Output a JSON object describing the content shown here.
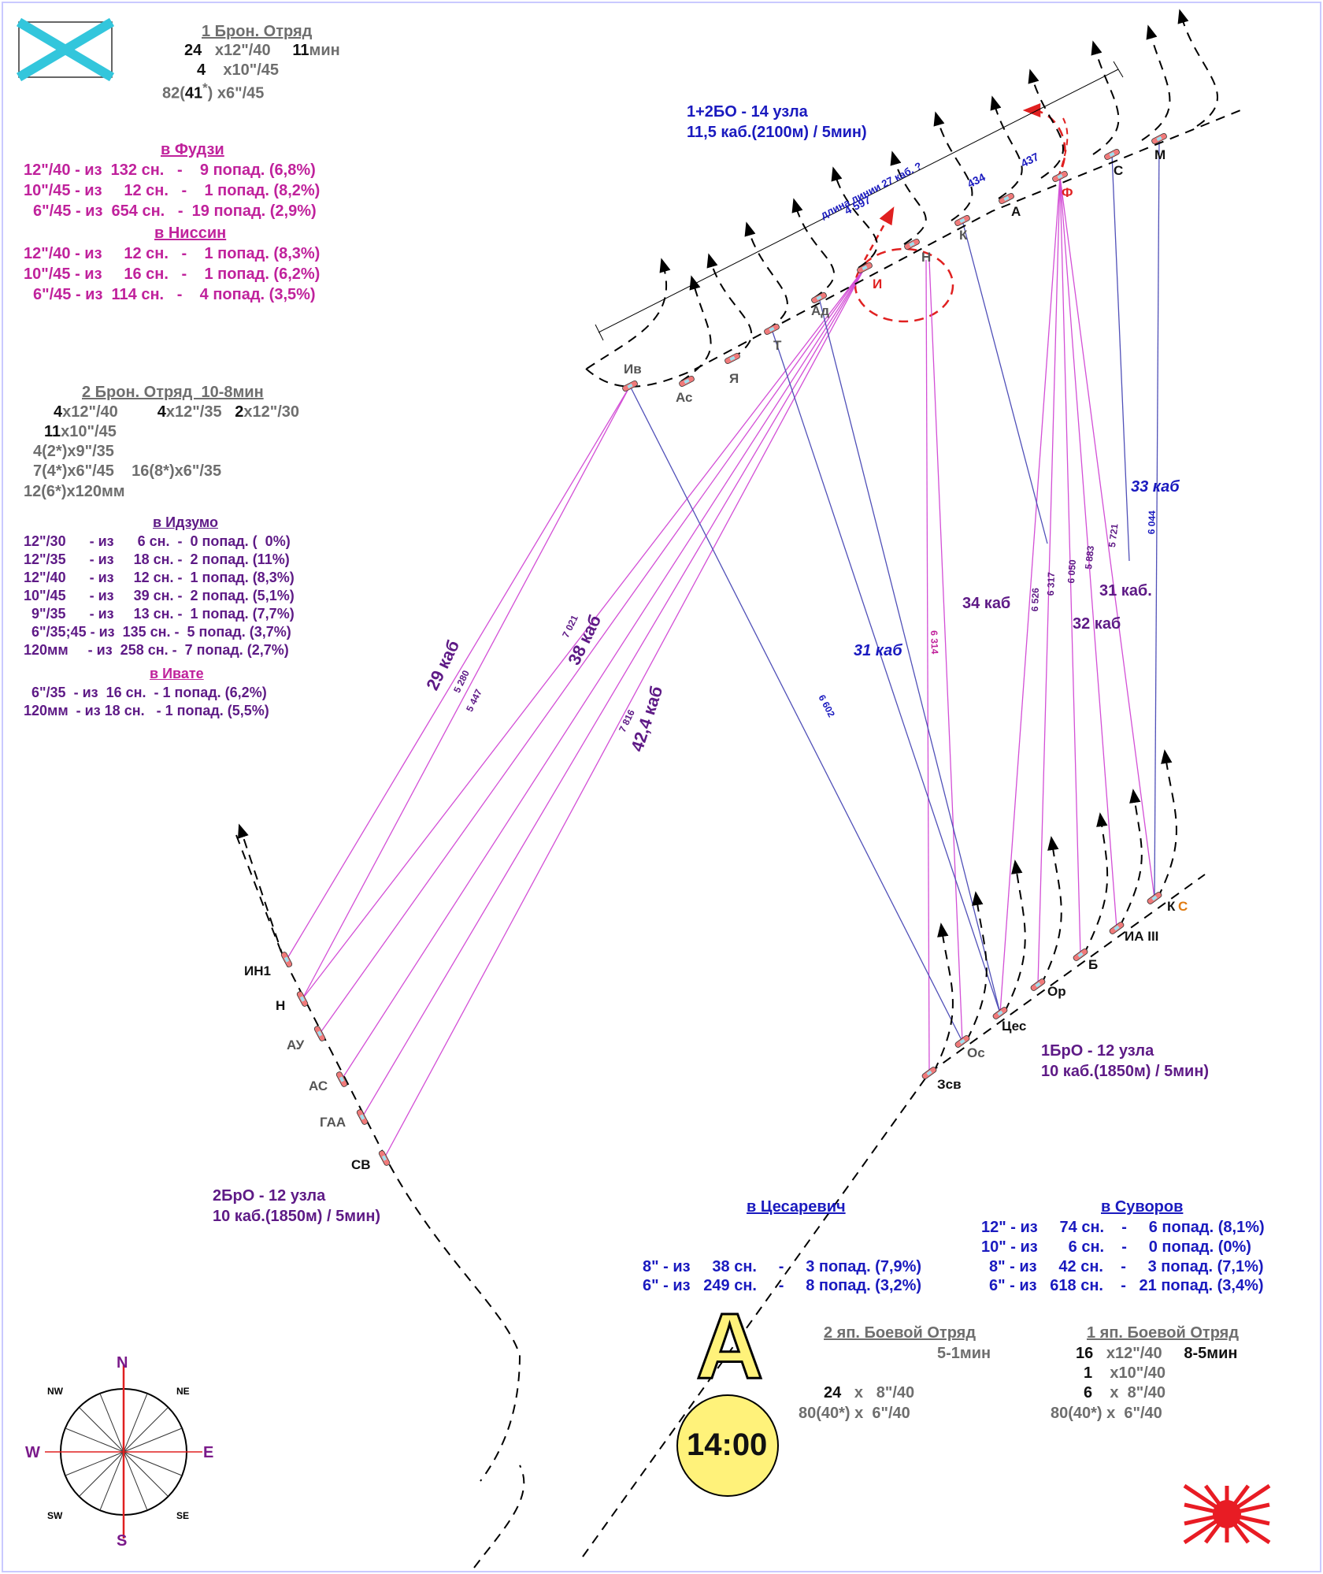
{
  "colors": {
    "magenta": "#c0229c",
    "purple": "#5e1a86",
    "blue": "#1a1abf",
    "grey": "#6e6e6e",
    "red_dashed": "#e02020",
    "sun_yellow": "#fff27a"
  },
  "icons": [
    "st-andrews-flag-icon",
    "rising-sun-flag-icon",
    "compass-rose-icon"
  ],
  "fleet1": {
    "title": "1 Брон. Отряд",
    "row1": {
      "count": "24",
      "gun": "x12\"/40",
      "time": "11",
      "time_unit": "мин"
    },
    "row2": {
      "count": "4",
      "gun": "x10\"/45"
    },
    "row3": {
      "count": "82(",
      "bold": "41",
      "star": "*",
      "gun": ") x6\"/45"
    }
  },
  "fuji": {
    "title": "в Фудзи",
    "rows": [
      "12\"/40 - из  132 сн.   -    9 попад. (6,8%)",
      "10\"/45 - из     12 сн.   -    1 попад. (8,2%)",
      "6\"/45 - из  654 сн.   -  19 попад. (2,9%)"
    ]
  },
  "nissin": {
    "title": "в Ниссин",
    "rows": [
      "12\"/40 - из     12 сн.   -    1 попад. (8,3%)",
      "10\"/45 - из     16 сн.   -    1 попад. (6,2%)",
      "6\"/45 - из  114 сн.   -    4 попад. (3,5%)"
    ]
  },
  "fleet2": {
    "title": "2 Брон. Отряд  10-8мин",
    "r1a": "4",
    "r1b": "x12\"/40",
    "r1c": "4",
    "r1d": "x12\"/35",
    "r1e": "2",
    "r1f": "x12\"/30",
    "r2a": "11",
    "r2b": "x10\"/45",
    "r3": "4(2*)x9\"/35",
    "r4a": "7(4*)x6\"/45",
    "r4b": "16(8*)x6\"/35",
    "r5": "12(6*)x120мм"
  },
  "izumo": {
    "title": "в Идзумо",
    "rows": [
      "12\"/30      - из      6 сн.  -  0 попад. (  0%)",
      "12\"/35      - из     18 сн. -  2 попад. (11%)",
      "12\"/40      - из     12 сн. -  1 попад. (8,3%)",
      "10\"/45      - из     39 сн. -  2 попад. (5,1%)",
      "9\"/35      - из     13 сн. -  1 попад. (7,7%)",
      "6\"/35;45 - из  135 сн. -  5 попад. (3,7%)",
      "120мм     - из  258 сн. -  7 попад. (2,7%)"
    ]
  },
  "ivate": {
    "title": "в Ивате",
    "rows": [
      "6\"/35  - из  16 сн.  - 1 попад. (6,2%)",
      "120мм  - из 18 сн.   - 1 попад. (5,5%)"
    ]
  },
  "speed_top": [
    "1+2БО - 14 узла",
    "11,5 каб.(2100м) / 5мин)"
  ],
  "speed_1bro": [
    "1БрО - 12 узла",
    "10 каб.(1850м) / 5мин)"
  ],
  "speed_2bro": [
    "2БрО - 12 узла",
    "10 каб.(1850м) / 5мин)"
  ],
  "line_length_note": "длина линии 27 каб. ?",
  "line_length_val": "4 597",
  "dists_top": [
    "434",
    "437"
  ],
  "ships_ru_top": [
    "Ив",
    "Ас",
    "Я",
    "Т",
    "Ад",
    "И",
    "Н",
    "К",
    "А",
    "Ф",
    "С",
    "М"
  ],
  "ships_jp_left": [
    "ИН1",
    "Н",
    "АУ",
    "АС",
    "ГАА",
    "СВ"
  ],
  "ships_jp_right": [
    "Зсв",
    "Ос",
    "Цес",
    "Ор",
    "Б",
    "ИА III",
    "К",
    "С"
  ],
  "range_labels": {
    "k29": "29 каб",
    "m5280": "5 280",
    "m5447": "5 447",
    "m7021": "7 021",
    "k38": "38 каб",
    "m7816": "7 816",
    "k42": "42,4 каб",
    "k31a": "31 каб",
    "m6602": "6 602",
    "m6314": "6 314",
    "k34": "34 каб",
    "m6526": "6 526",
    "m6317": "6 317",
    "m6050": "6 050",
    "m5883": "5 883",
    "m5721": "5 721",
    "m6044": "6 044",
    "k31b": "31 каб.",
    "k32": "32 каб",
    "k33": "33 каб"
  },
  "tsesarevich": {
    "title": "в Цесаревич",
    "rows": [
      "8\" - из     38 сн.     -     3 попад. (7,9%)",
      "6\" - из   249 сн.     -     8 попад. (3,2%)"
    ]
  },
  "suvorov": {
    "title": "в Суворов",
    "rows": [
      "12\" - из     74 сн.    -     6 попад. (8,1%)",
      "10\" - из       6 сн.    -     0 попад. (0%)",
      "8\" - из     42 сн.    -     3 попад. (7,1%)",
      "6\" - из   618 сн.    -   21 попад. (3,4%)"
    ]
  },
  "jp2": {
    "title": "2 яп. Боевой Отряд",
    "time": "5-1мин",
    "r1a": "24",
    "r1b": "x   8\"/40",
    "r2": "80(40*) x  6\"/40"
  },
  "jp1": {
    "title": "1 яп. Боевой Отряд",
    "r1a": "16",
    "r1b": "x12\"/40",
    "time": "8-5мин",
    "r2a": "1",
    "r2b": "x10\"/40",
    "r3a": "6",
    "r3b": "x  8\"/40",
    "r4": "80(40*) x  6\"/40"
  },
  "phase_letter": "А",
  "clock_time": "14:00",
  "compass": {
    "n": "N",
    "s": "S",
    "w": "W",
    "e": "E",
    "ne": "NE",
    "nw": "NW",
    "se": "SE",
    "sw": "SW"
  }
}
